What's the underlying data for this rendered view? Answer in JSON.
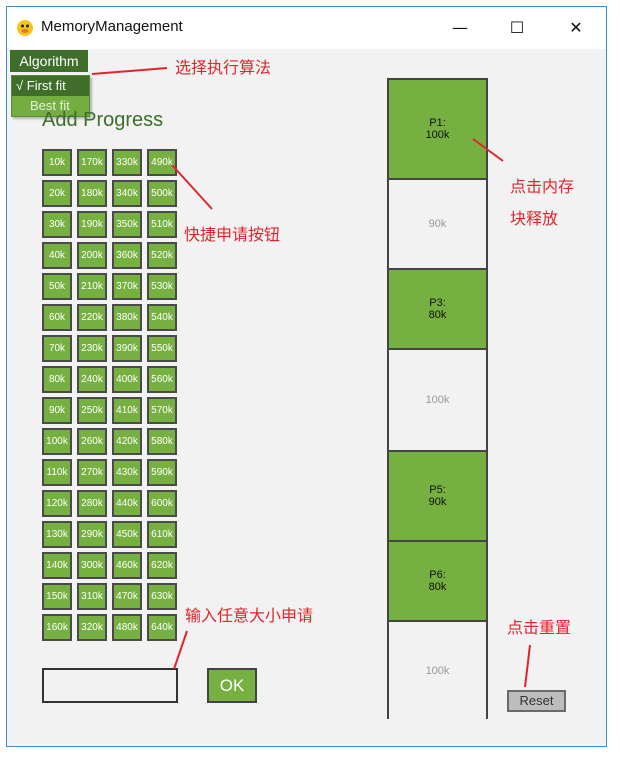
{
  "window": {
    "title": "MemoryManagement",
    "minimize": "—",
    "maximize": "☐",
    "close": "✕"
  },
  "menu": {
    "algorithm_label": "Algorithm",
    "options": [
      {
        "label": "√  First fit",
        "selected": true
      },
      {
        "label": "Best fit",
        "selected": false
      }
    ]
  },
  "heading": "Add Progress",
  "quick_buttons": {
    "columns": [
      [
        "10k",
        "20k",
        "30k",
        "40k",
        "50k",
        "60k",
        "70k",
        "80k",
        "90k",
        "100k",
        "110k",
        "120k",
        "130k",
        "140k",
        "150k",
        "160k"
      ],
      [
        "170k",
        "180k",
        "190k",
        "200k",
        "210k",
        "220k",
        "230k",
        "240k",
        "250k",
        "260k",
        "270k",
        "280k",
        "290k",
        "300k",
        "310k",
        "320k"
      ],
      [
        "330k",
        "340k",
        "350k",
        "360k",
        "370k",
        "380k",
        "390k",
        "400k",
        "410k",
        "420k",
        "430k",
        "440k",
        "450k",
        "460k",
        "470k",
        "480k"
      ],
      [
        "490k",
        "500k",
        "510k",
        "520k",
        "530k",
        "540k",
        "550k",
        "560k",
        "570k",
        "580k",
        "590k",
        "600k",
        "610k",
        "620k",
        "630k",
        "640k"
      ]
    ]
  },
  "size_input": {
    "value": "",
    "placeholder": ""
  },
  "ok_label": "OK",
  "memory_blocks": [
    {
      "type": "used",
      "process": "P1:",
      "size": "100k"
    },
    {
      "type": "free",
      "process": "",
      "size": "90k"
    },
    {
      "type": "used",
      "process": "P3:",
      "size": "80k"
    },
    {
      "type": "free",
      "process": "",
      "size": "100k"
    },
    {
      "type": "used",
      "process": "P5:",
      "size": "90k"
    },
    {
      "type": "used",
      "process": "P6:",
      "size": "80k"
    },
    {
      "type": "free",
      "process": "",
      "size": "100k"
    }
  ],
  "reset_label": "Reset",
  "annotations": {
    "select_algorithm": "选择执行算法",
    "quick_apply": "快捷申请按钮",
    "release_line1": "点击内存",
    "release_line2": "块释放",
    "input_any": "输入任意大小申请",
    "reset": "点击重置"
  },
  "colors": {
    "green": "#76b041",
    "dark_green": "#3e6e2a",
    "annotation_red": "#e0242c",
    "free_gray": "#f2f2f2"
  }
}
